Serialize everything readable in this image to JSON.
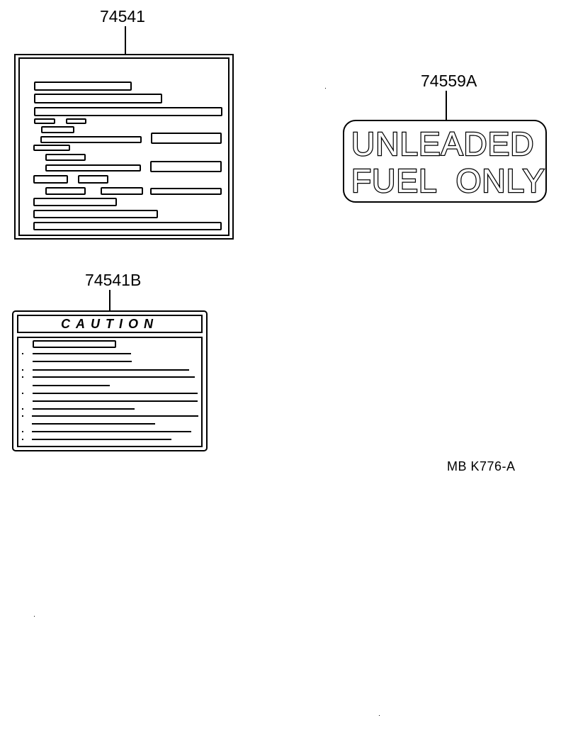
{
  "labels": {
    "label_74541": {
      "part_number": "74541",
      "description": "Information label with placeholder text bars"
    },
    "label_74559A": {
      "part_number": "74559A",
      "line1": "UNLEADED",
      "line2": "FUEL ONLY"
    },
    "label_74541B": {
      "part_number": "74541B",
      "title": "CAUTION"
    }
  },
  "footer": {
    "code": "MB  K776-A"
  },
  "colors": {
    "ink": "#000000",
    "paper": "#ffffff"
  }
}
